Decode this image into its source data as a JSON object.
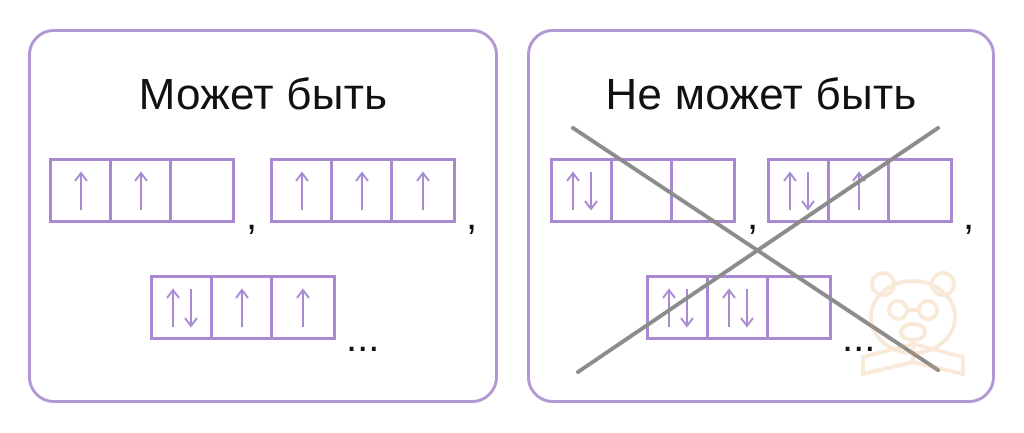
{
  "left_panel": {
    "title": "Может быть",
    "rows": [
      {
        "cells": [
          [
            "up"
          ],
          [
            "up"
          ],
          []
        ],
        "suffix": ","
      },
      {
        "cells": [
          [
            "up"
          ],
          [
            "up"
          ],
          [
            "up"
          ]
        ],
        "suffix": ","
      },
      {
        "cells": [
          [
            "up",
            "down"
          ],
          [
            "up"
          ],
          [
            "up"
          ]
        ],
        "suffix": "..."
      }
    ]
  },
  "right_panel": {
    "title": "Не может быть",
    "rows": [
      {
        "cells": [
          [
            "up",
            "down"
          ],
          [],
          []
        ],
        "suffix": ","
      },
      {
        "cells": [
          [
            "up",
            "down"
          ],
          [
            "up"
          ],
          []
        ],
        "suffix": ","
      },
      {
        "cells": [
          [
            "up",
            "down"
          ],
          [
            "up",
            "down"
          ],
          []
        ],
        "suffix": "..."
      }
    ],
    "crossed_out": true
  },
  "colors": {
    "border": "#b197d4",
    "arrow": "#a98ad0",
    "cross": "#8c8c8c",
    "text": "#111111"
  },
  "icons": [
    "up-arrow-icon",
    "down-arrow-icon",
    "cross-out-icon",
    "bear-logo-icon"
  ]
}
